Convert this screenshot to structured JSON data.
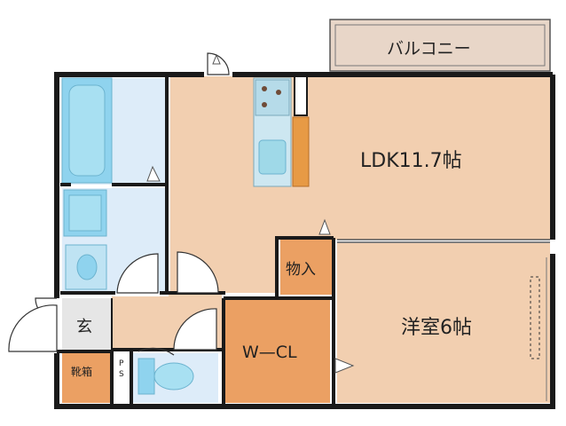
{
  "colors": {
    "wall": "#1a1a1a",
    "ldk_floor": "#f2cfb0",
    "bedroom_floor": "#f2cfb0",
    "storage_floor": "#eba063",
    "balcony_floor": "#e8d6c8",
    "wet_area_floor": "#ddecf9",
    "bath_tub": "#8fd3ee",
    "kitchen_counter": "#e79a45",
    "kitchen_sink": "#9fd9e8",
    "entrance_floor": "#e6e6e6"
  },
  "icons": {
    "doors": "door-swing-icon",
    "kitchen": "stove-icon",
    "sink": "sink-icon",
    "toilet": "toilet-icon",
    "bath": "bathtub-icon",
    "washer": "washing-machine-icon"
  },
  "rooms": {
    "balcony": "バルコニー",
    "ldk": "LDK11.7帖",
    "storage": "物入",
    "bedroom": "洋室6帖",
    "wcl": "W—CL",
    "genkan": "玄",
    "shoebox": "靴箱",
    "ps": "PS"
  }
}
